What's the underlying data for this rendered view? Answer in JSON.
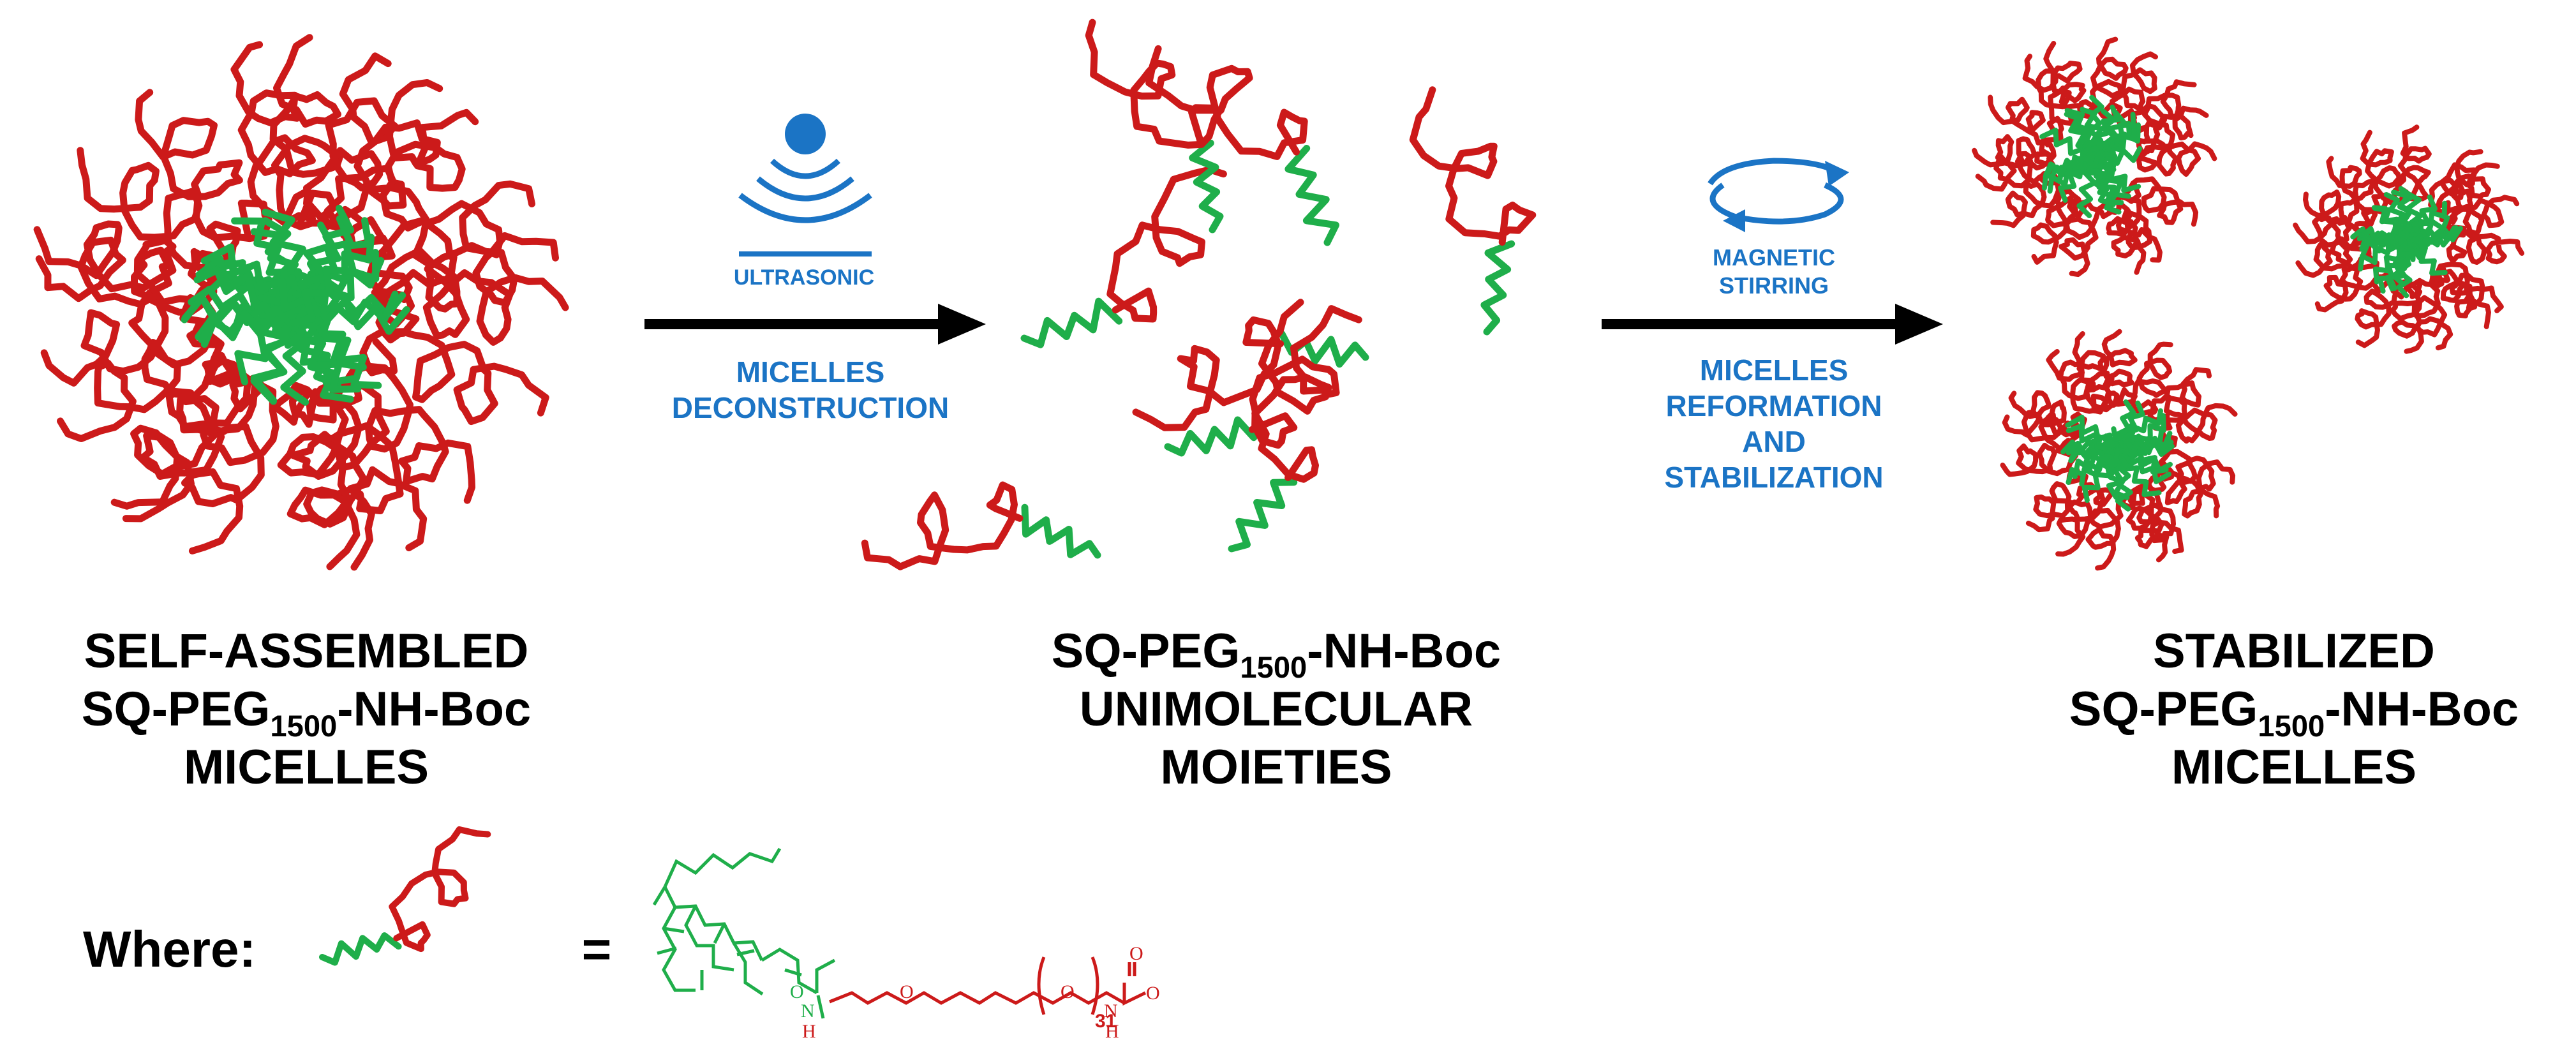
{
  "labels": {
    "left": {
      "line1": "SELF-ASSEMBLED",
      "l2_pre": "SQ-PEG",
      "l2_sub": "1500",
      "l2_post": "-NH-Boc",
      "line3": "MICELLES"
    },
    "middle": {
      "l1_pre": "SQ-PEG",
      "l1_sub": "1500",
      "l1_post": "-NH-Boc",
      "line2": "UNIMOLECULAR",
      "line3": "MOIETIES"
    },
    "right": {
      "line1": "STABILIZED",
      "l2_pre": "SQ-PEG",
      "l2_sub": "1500",
      "l2_post": "-NH-Boc",
      "line3": "MICELLES"
    }
  },
  "step1": {
    "icon_label": "ULTRASONIC",
    "caption1": "MICELLES",
    "caption2": "DECONSTRUCTION"
  },
  "step2": {
    "icon_label1": "MAGNETIC",
    "icon_label2": "STIRRING",
    "caption1": "MICELLES",
    "caption2": "REFORMATION",
    "caption3": "AND",
    "caption4": "STABILIZATION"
  },
  "legend": {
    "where": "Where:",
    "equals": "=",
    "atom_N1": "N",
    "atom_H1": "H",
    "atom_O_carbonyl": "O",
    "atom_O1": "O",
    "atom_O2": "O",
    "repeat_n": "31",
    "atom_N2": "N",
    "atom_H2": "H",
    "atom_O3": "O",
    "atom_O4": "O"
  },
  "colors": {
    "peg_red": "#cc1a1a",
    "squalene_green": "#1fae4a",
    "process_blue": "#1b74c5",
    "arrow": "#000000"
  }
}
